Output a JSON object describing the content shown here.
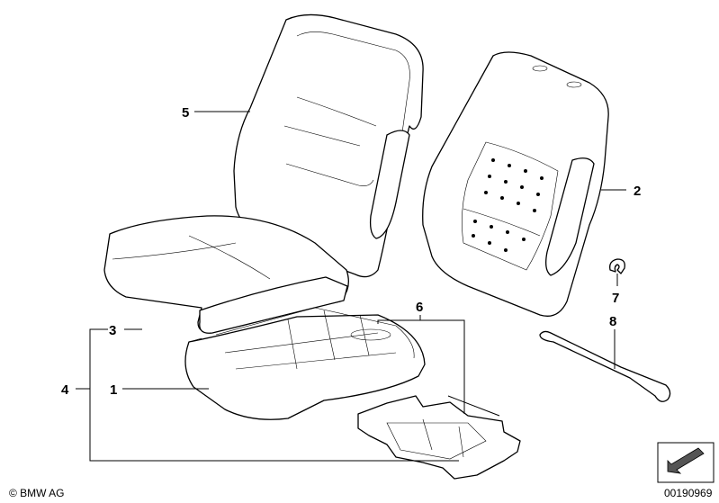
{
  "callouts": [
    {
      "id": "5",
      "label": "5"
    },
    {
      "id": "2",
      "label": "2"
    },
    {
      "id": "3",
      "label": "3"
    },
    {
      "id": "4",
      "label": "4"
    },
    {
      "id": "1",
      "label": "1"
    },
    {
      "id": "6",
      "label": "6"
    },
    {
      "id": "7",
      "label": "7"
    },
    {
      "id": "8",
      "label": "8"
    }
  ],
  "footer": {
    "copyright": "© BMW AG",
    "diagram_number": "00190969"
  }
}
